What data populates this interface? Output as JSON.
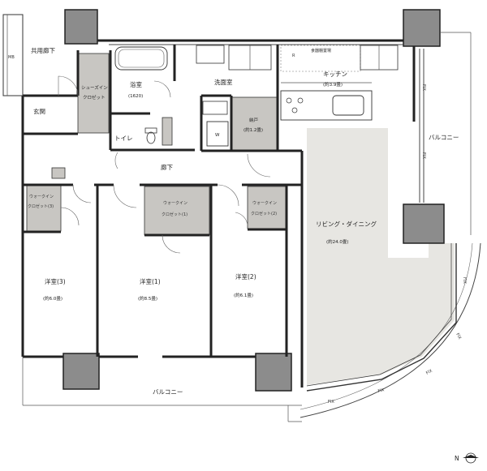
{
  "rooms": {
    "mb": "MB",
    "common_corridor": "共用廊下",
    "shoe_closet_1": "シューズイン",
    "shoe_closet_2": "クロゼット",
    "bath": "浴室",
    "bath_size": "(1620)",
    "washroom": "洗面室",
    "entrance": "玄関",
    "toilet": "トイレ",
    "washer": "W",
    "storage": "納戸",
    "storage_size": "(約1.2畳)",
    "corridor": "廊下",
    "dish_shelf": "食器棚置場",
    "fridge": "R",
    "kitchen": "キッチン",
    "kitchen_size": "(約3.9畳)",
    "balcony_east": "バルコニー",
    "wic3_a": "ウォークイン",
    "wic3_b": "クロゼット(3)",
    "wic1_a": "ウォークイン",
    "wic1_b": "クロゼット(1)",
    "wic2_a": "ウォークイン",
    "wic2_b": "クロゼット(2)",
    "living": "リビング・ダイニング",
    "living_size": "(約24.0畳)",
    "room3": "洋室(3)",
    "room3_size": "(約6.0畳)",
    "room1": "洋室(1)",
    "room1_size": "(約8.5畳)",
    "room2": "洋室(2)",
    "room2_size": "(約6.1畳)",
    "balcony_south": "バルコニー"
  },
  "fix_labels": [
    "FIX",
    "FIX",
    "FIX",
    "FIX",
    "FIX",
    "FIX",
    "FIX"
  ],
  "compass": {
    "label": "N"
  },
  "colors": {
    "column": "#8c8c8c",
    "closet": "#c8c6c2",
    "living_floor": "#e7e6e2",
    "wall": "#222222"
  }
}
